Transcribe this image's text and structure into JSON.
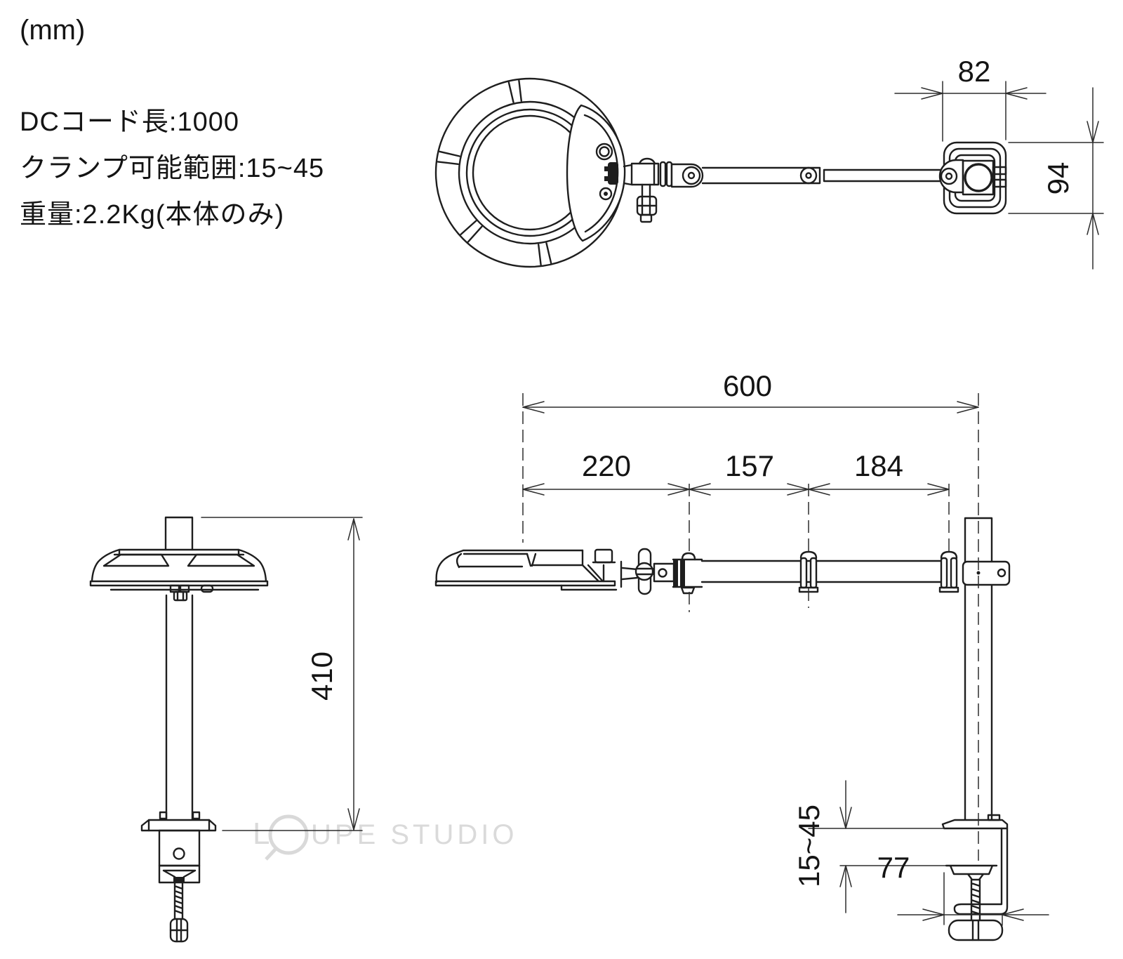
{
  "unit_label": "(mm)",
  "specs": {
    "dc_cord": "DCコード長:1000",
    "clamp_range": "クランプ可能範囲:15~45",
    "weight": "重量:2.2Kg(本体のみ)"
  },
  "dimensions": {
    "top_view": {
      "clamp_width": "82",
      "clamp_depth": "94"
    },
    "side_view": {
      "arm_total": "600",
      "head_to_joint1": "220",
      "joint1_to_joint2": "157",
      "joint2_to_pole": "184",
      "clamp_opening_range": "15~45",
      "clamp_throat_width": "77"
    },
    "front_view": {
      "pole_height": "410"
    }
  },
  "watermark": {
    "part1": "L",
    "part2": "UPE STUDIO"
  },
  "colors": {
    "background": "#ffffff",
    "line": "#1e1e1e",
    "dimension_line": "#2d2d2d",
    "text": "#141414",
    "watermark": "#dadada"
  }
}
